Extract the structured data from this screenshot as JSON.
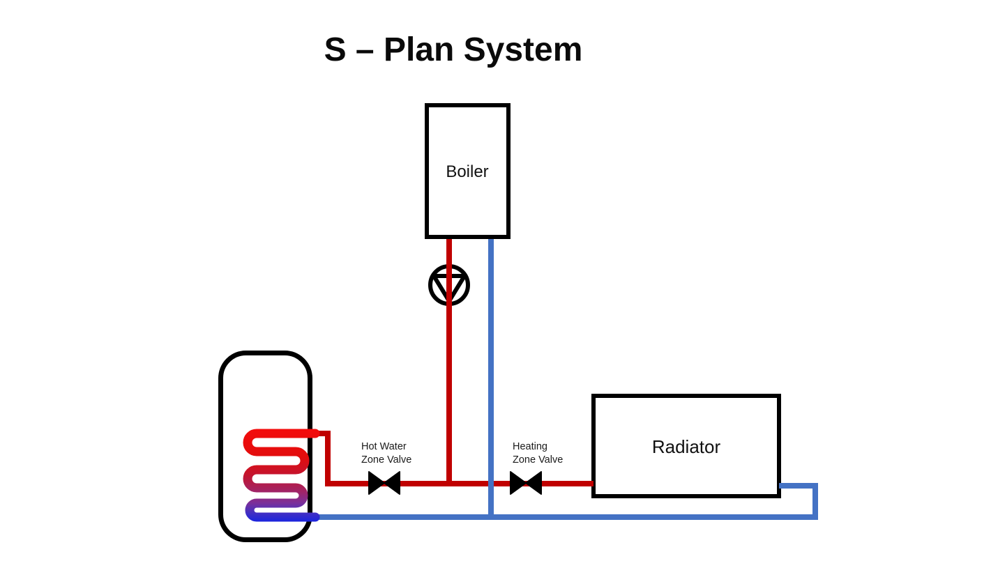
{
  "title": "S – Plan System",
  "colors": {
    "flow_pipe": "#c00000",
    "return_pipe": "#4472c4",
    "outline": "#000000",
    "coil_hot_end": "#f30c0c",
    "coil_cold_end": "#1c25dd"
  },
  "boiler": {
    "label": "Boiler"
  },
  "radiator": {
    "label": "Radiator"
  },
  "valves": {
    "hot_water": {
      "line1": "Hot Water",
      "line2": "Zone Valve"
    },
    "heating": {
      "line1": "Heating",
      "line2": "Zone Valve"
    }
  }
}
